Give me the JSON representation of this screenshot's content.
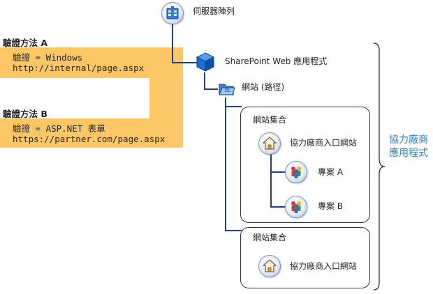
{
  "server_farm": {
    "icon": "server-farm-icon",
    "label": "伺服器陣列"
  },
  "web_app": {
    "icon": "cube-icon",
    "label": "SharePoint Web 應用程式"
  },
  "zone": {
    "icon": "folder-icon",
    "label": "網站 (路徑)"
  },
  "auth_a": {
    "title_prefix": "驗證方法 ",
    "title_letter": "A",
    "line1": "驗證 = Windows",
    "line2": "http://internal/page.aspx"
  },
  "auth_b": {
    "title_prefix": "驗證方法 ",
    "title_letter": "B",
    "line1": "驗證 = ASP.NET 表單",
    "line2": "https://partner.com/page.aspx"
  },
  "collection1": {
    "title": "網站集合",
    "root_site": {
      "icon": "home-icon",
      "label": "協力廠商入口網站"
    },
    "subsites": [
      {
        "icon": "people-icon",
        "label": "專案 A"
      },
      {
        "icon": "people-icon",
        "label": "專案 B"
      }
    ]
  },
  "collection2": {
    "title": "網站集合",
    "root_site": {
      "icon": "home-icon",
      "label": "協力廠商入口網站"
    }
  },
  "brace_label": {
    "line1": "協力廠商",
    "line2": "應用程式"
  },
  "colors": {
    "auth_band": "#fdc766",
    "connector": "#1c3f8f",
    "brace_text": "#2a7fc7"
  }
}
